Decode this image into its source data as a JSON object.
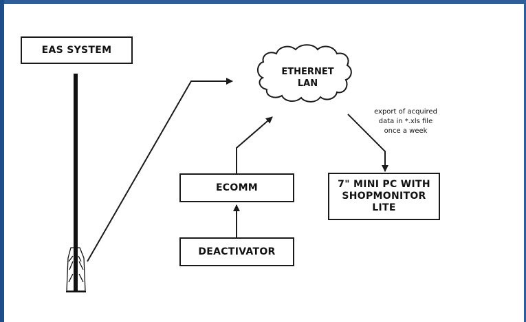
{
  "nodes": {
    "eas_system": "EAS SYSTEM",
    "ethernet_lan": "ETHERNET\nLAN",
    "ecomm": "ECOMM",
    "deactivator": "DEACTIVATOR",
    "mini_pc": "7\" MINI PC WITH\nSHOPMONITOR\nLITE"
  },
  "edges": {
    "export_note": "export of acquired\ndata in *.xls file\nonce a week"
  },
  "colors": {
    "frame": "#2e5f98",
    "line": "#1a1a1a"
  }
}
